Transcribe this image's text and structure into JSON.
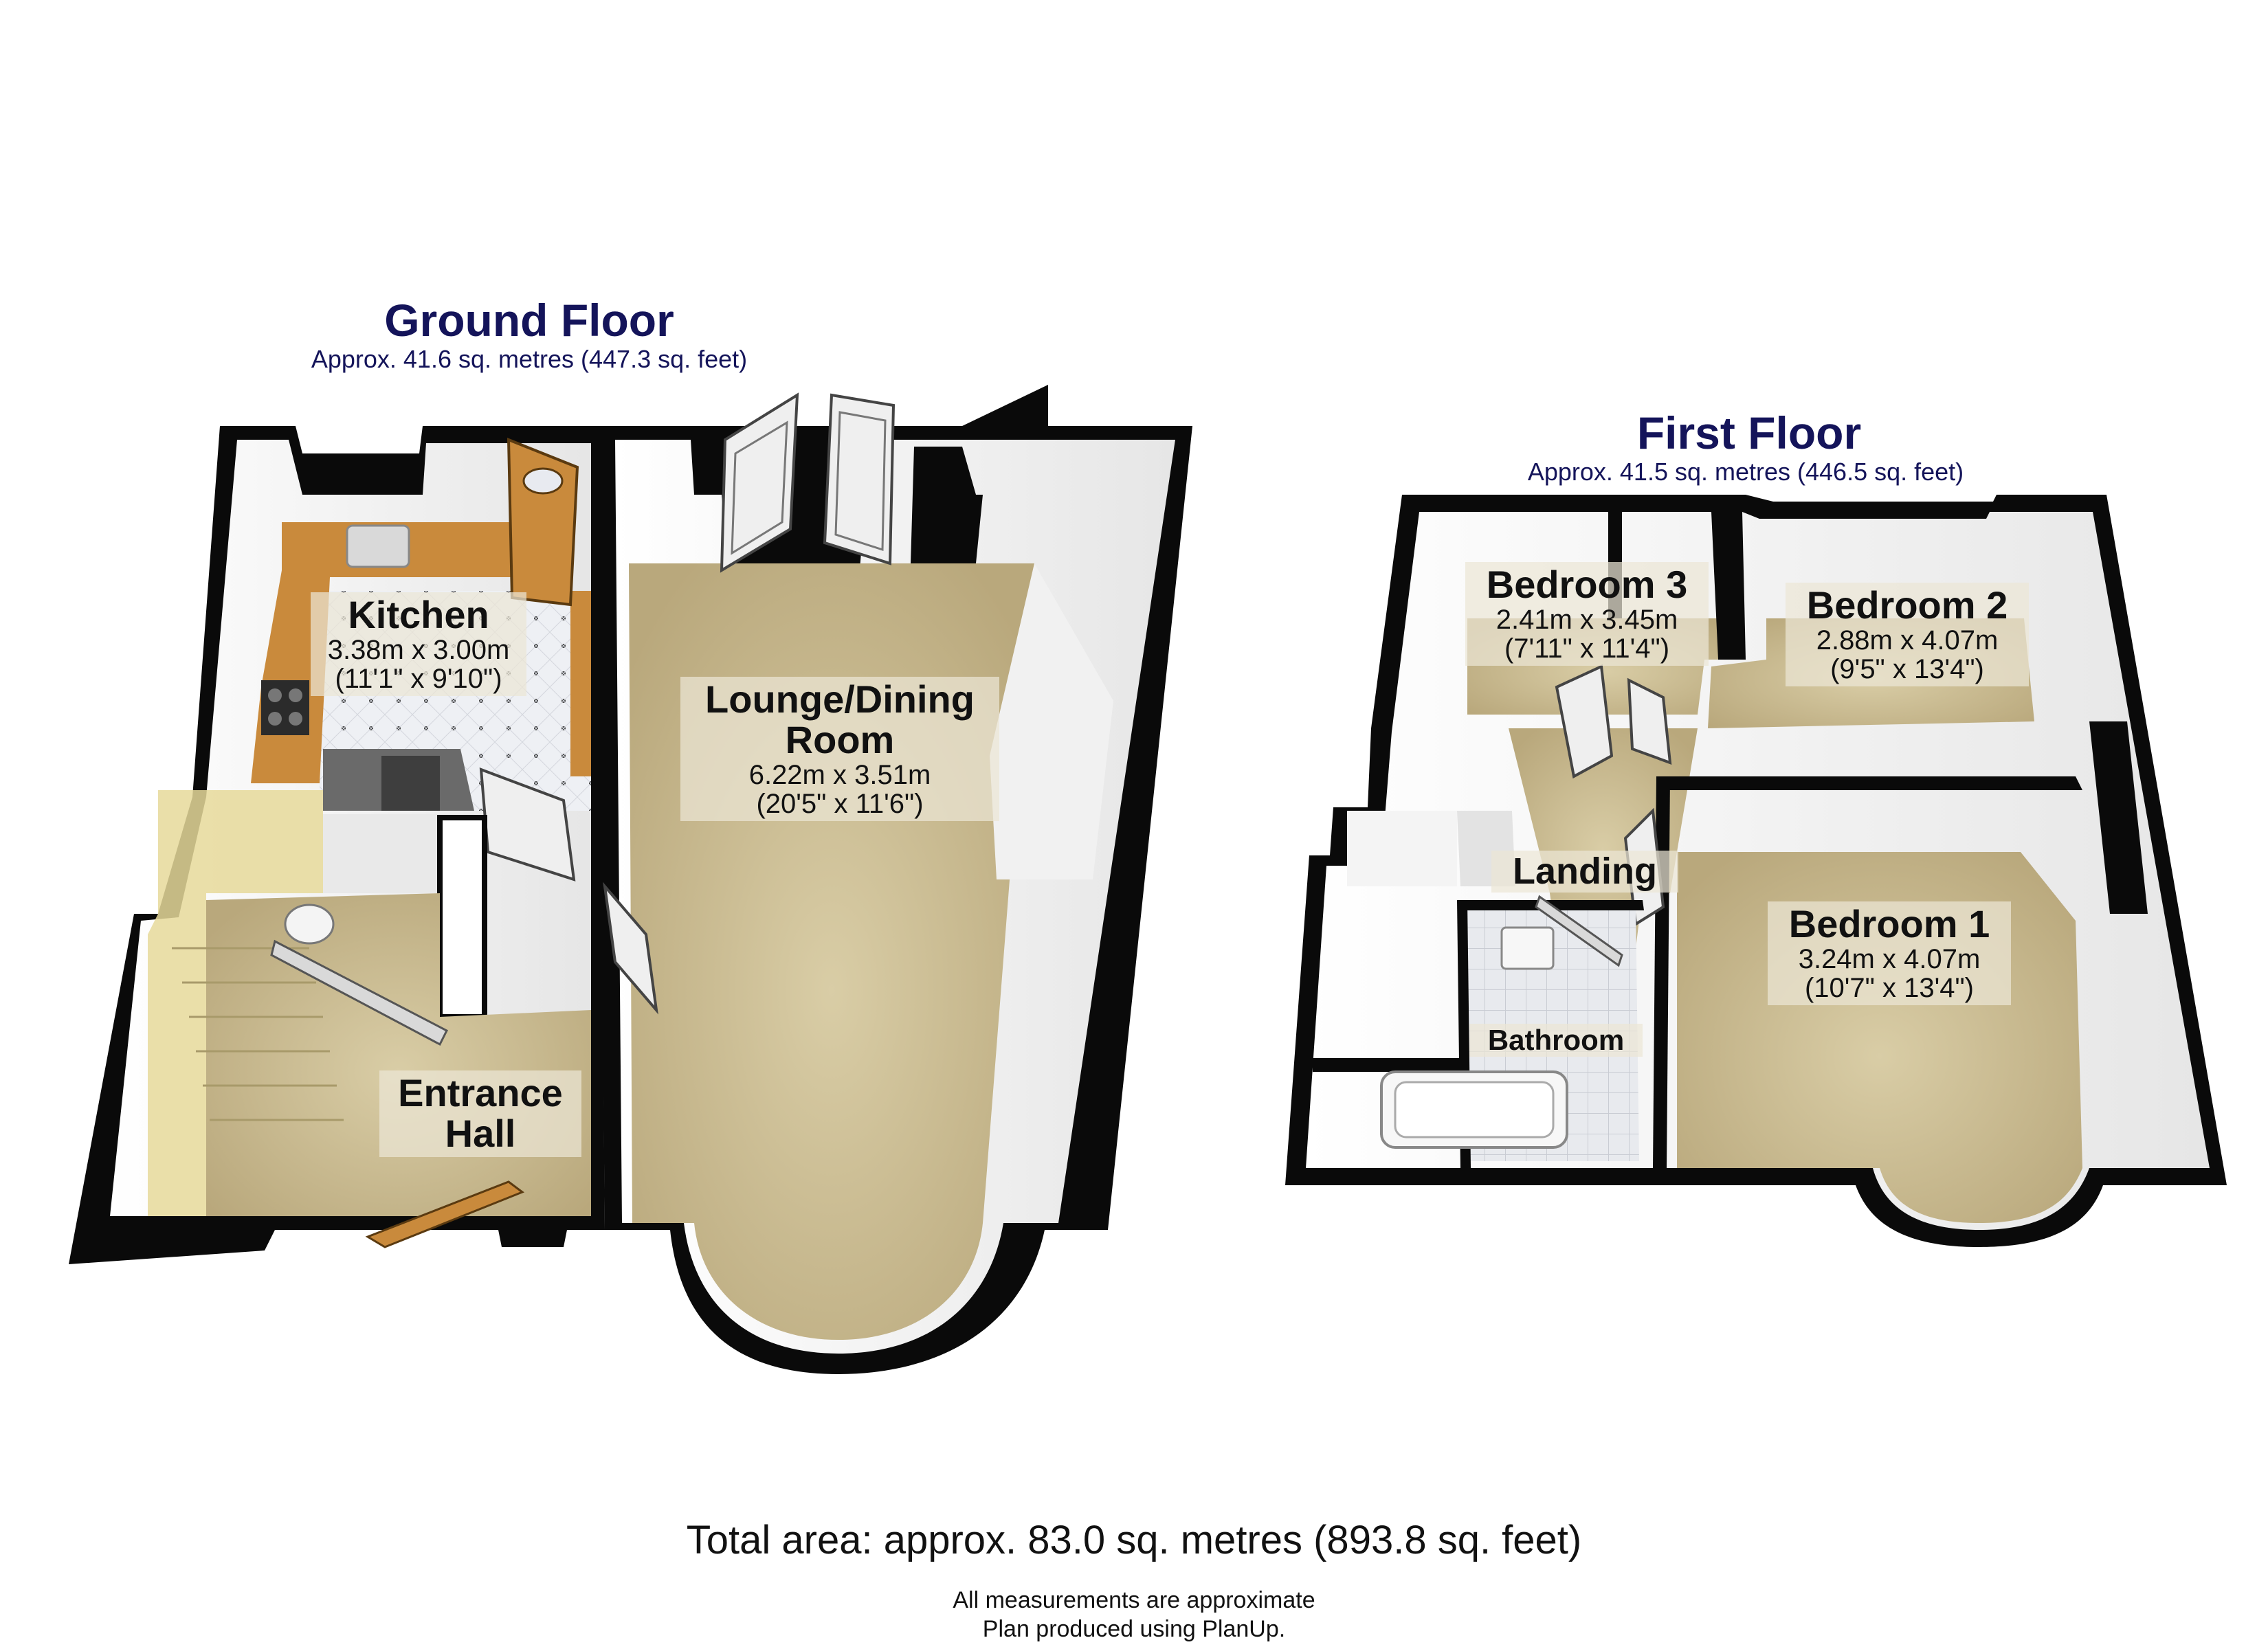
{
  "ground_floor": {
    "title": "Ground Floor",
    "area": "Approx. 41.6 sq. metres (447.3 sq. feet)",
    "rooms": {
      "kitchen": {
        "name": "Kitchen",
        "metric": "3.38m x 3.00m",
        "imperial": "(11'1\" x 9'10\")"
      },
      "lounge": {
        "name_line1": "Lounge/Dining",
        "name_line2": "Room",
        "metric": "6.22m x 3.51m",
        "imperial": "(20'5\" x 11'6\")"
      },
      "entrance": {
        "name_line1": "Entrance",
        "name_line2": "Hall"
      }
    }
  },
  "first_floor": {
    "title": "First Floor",
    "area": "Approx. 41.5 sq. metres (446.5 sq. feet)",
    "rooms": {
      "bedroom3": {
        "name": "Bedroom 3",
        "metric": "2.41m x 3.45m",
        "imperial": "(7'11\" x 11'4\")"
      },
      "bedroom2": {
        "name": "Bedroom 2",
        "metric": "2.88m x 4.07m",
        "imperial": "(9'5\" x 13'4\")"
      },
      "bedroom1": {
        "name": "Bedroom 1",
        "metric": "3.24m x 4.07m",
        "imperial": "(10'7\" x 13'4\")"
      },
      "landing": {
        "name": "Landing"
      },
      "bathroom": {
        "name": "Bathroom"
      }
    }
  },
  "footer": {
    "total": "Total area: approx. 83.0 sq. metres (893.8 sq. feet)",
    "note1": "All measurements are approximate",
    "note2": "Plan produced using PlanUp."
  },
  "colors": {
    "wall": "#0a0a0a",
    "wall_inner": "#ffffff",
    "carpet": "#cfc097",
    "kitchen_worktop": "#c98a3c",
    "tile": "#eef0f4",
    "title": "#14145a"
  }
}
